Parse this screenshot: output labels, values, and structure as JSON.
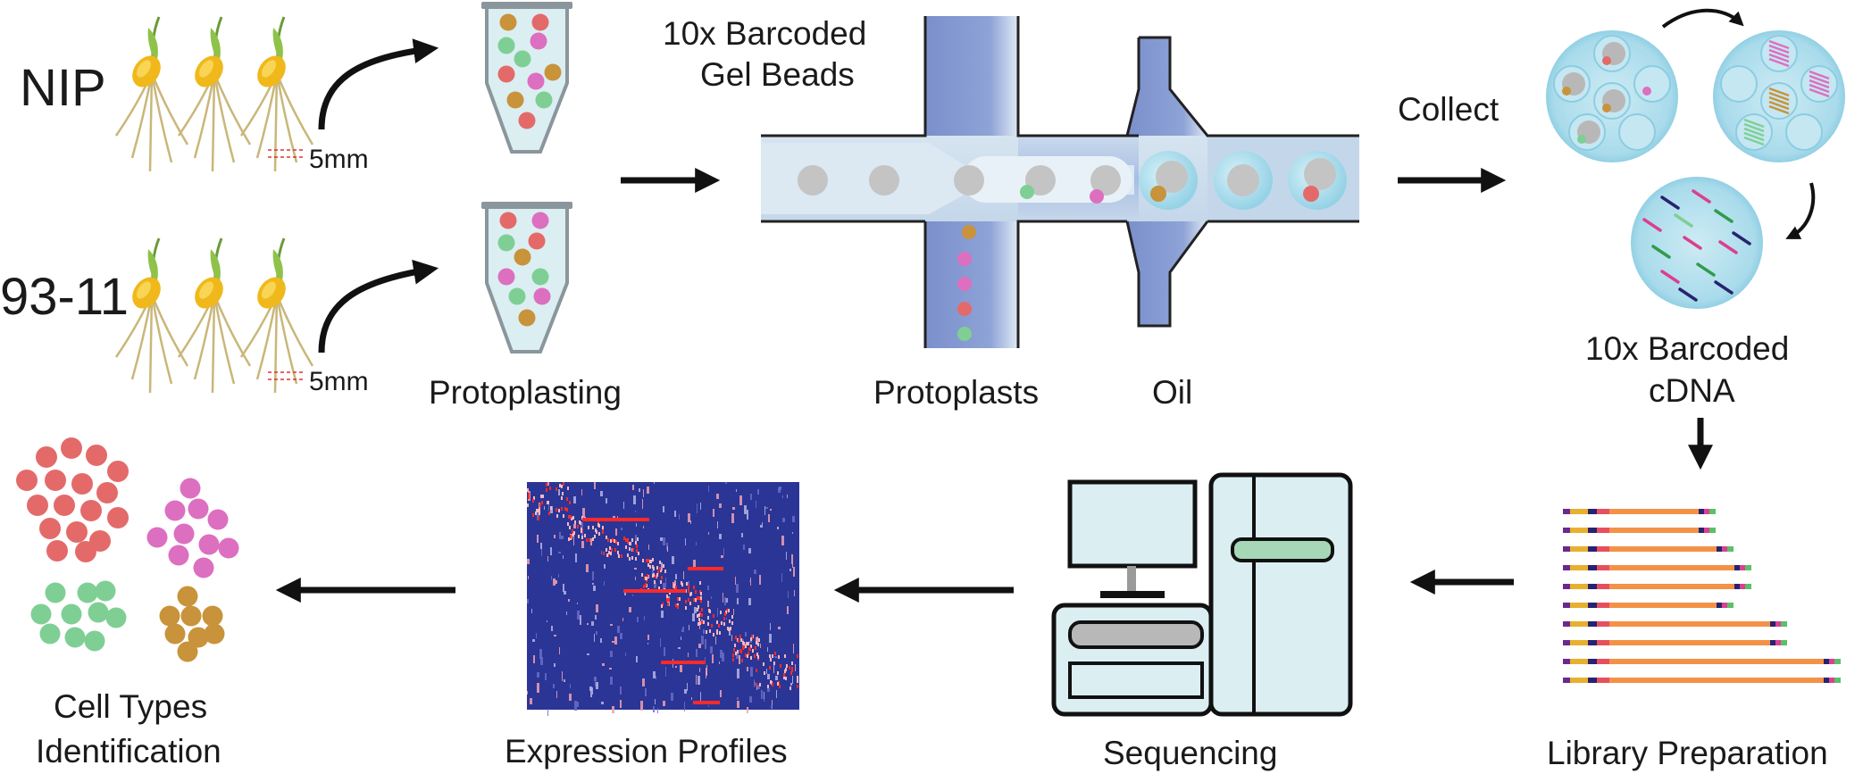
{
  "samples": [
    {
      "name": "NIP",
      "cut_label": "5mm"
    },
    {
      "name": "93-11",
      "cut_label": "5mm"
    }
  ],
  "steps": {
    "protoplasting": "Protoplasting",
    "gel_beads_line1": "10x Barcoded",
    "gel_beads_line2": "Gel Beads",
    "protoplasts": "Protoplasts",
    "oil": "Oil",
    "collect": "Collect",
    "cdna_line1": "10x Barcoded",
    "cdna_line2": "cDNA",
    "library": "Library Preparation",
    "sequencing": "Sequencing",
    "expression": "Expression Profiles",
    "celltypes_line1": "Cell Types",
    "celltypes_line2": "Identification"
  },
  "colors": {
    "cell_red": "#e46a6a",
    "cell_pink": "#dc6fc0",
    "cell_green": "#7fcf95",
    "cell_brown": "#c8933a",
    "bead_gray": "#c2c2c2",
    "channel_blue": "#7f95cf",
    "channel_light": "#d5e4f0",
    "droplet": "#a9dcec",
    "library_orange": "#f39247",
    "heatmap_bg": "#2a3596",
    "heatmap_hot": "#ff2a2a"
  },
  "icons": [
    "seedling-icon",
    "tube-icon",
    "microfluidic-chip-icon",
    "droplet-icon",
    "sequencer-icon",
    "heatmap-icon",
    "cell-cluster-icon",
    "arrow-icon"
  ]
}
